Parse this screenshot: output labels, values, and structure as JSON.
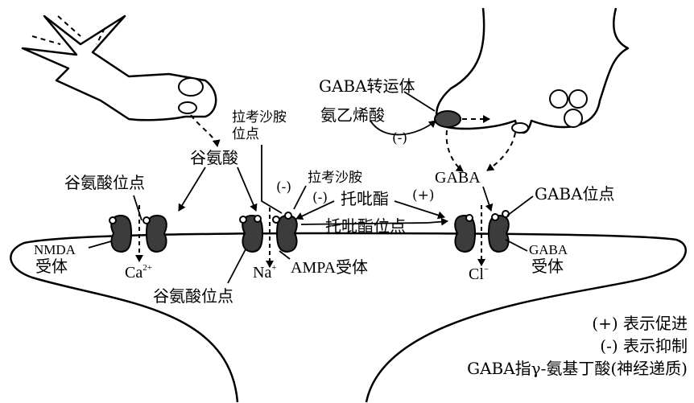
{
  "labels": {
    "gaba_transporter": "GABA转运体",
    "aminoethylene_acid": "氨乙烯酸",
    "inhibit_small": "(-)",
    "racosamine_site": "拉考沙胺位点",
    "glutamate": "谷氨酸",
    "glutamate_site_top": "谷氨酸位点",
    "racosamine": "拉考沙胺",
    "inhibit_a": "(-)",
    "inhibit_b": "(-)",
    "promote": "(+)",
    "topiramate": "托吡酯",
    "topiramate_site": "托吡酯位点",
    "gaba": "GABA",
    "gaba_site": "GABA位点",
    "nmda_receptor_1": "NMDA",
    "nmda_receptor_2": "受体",
    "ca_ion": "Ca",
    "ca_charge": "2+",
    "na_ion": "Na",
    "na_charge": "+",
    "ampa_receptor": "AMPA受体",
    "cl_ion": "Cl",
    "cl_charge": "−",
    "gaba_receptor_1": "GABA",
    "gaba_receptor_2": "受体",
    "glutamate_site_bottom": "谷氨酸位点"
  },
  "legend": {
    "promote": "(+) 表示促进",
    "inhibit": "(-) 表示抑制",
    "gaba_def": "GABA指γ-氨基丁酸(神经递质)"
  }
}
